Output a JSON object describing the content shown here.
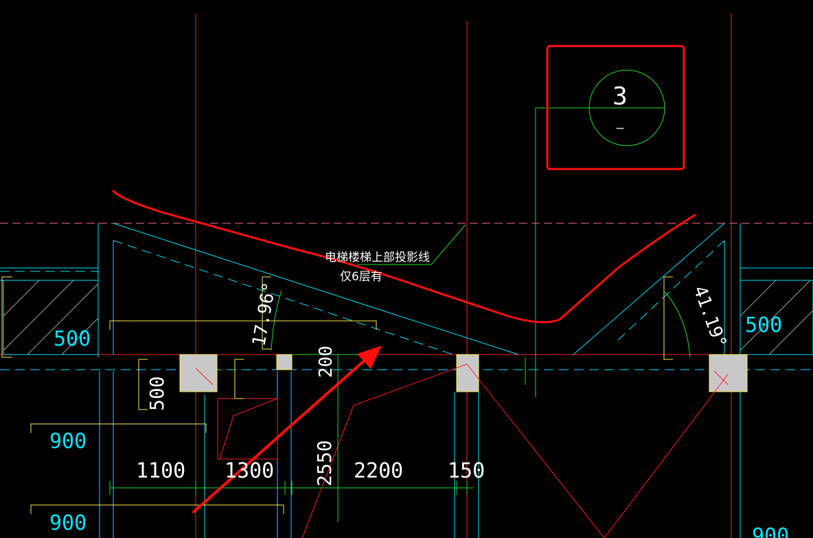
{
  "drawing": {
    "axis_bubble": {
      "number": "3",
      "sub": "—"
    },
    "note": {
      "line1": "电梯楼梯上部投影线",
      "line2": "仅6层有"
    },
    "angles": {
      "left": "17.96°",
      "right": "41.19°"
    },
    "dimensions": {
      "d500_left_wall": "500",
      "d500_right_wall": "500",
      "d500_vertical": "500",
      "d200": "200",
      "d900_top": "900",
      "d900_bottom": "900",
      "d900_right": "900",
      "d1100": "1100",
      "d1300": "1300",
      "d2550": "2550",
      "d2200": "2200",
      "d150": "150"
    }
  },
  "colors": {
    "background": "#000000",
    "axis_line": "#ff2020",
    "wall_cyan": "#00e5ff",
    "leader_green": "#22dd22",
    "dim_yellow": "#ffee55",
    "column_fill": "#c8c8c8",
    "markup_red": "#ff1010",
    "hatch": "#a0a0a0"
  }
}
